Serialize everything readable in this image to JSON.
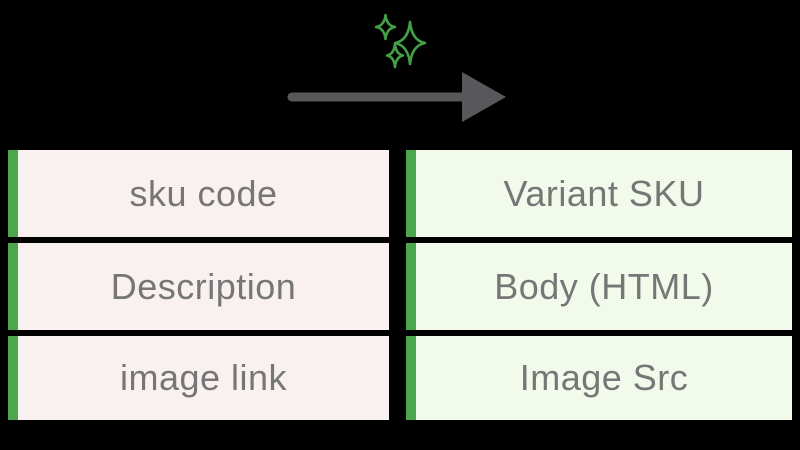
{
  "colors": {
    "background": "#000000",
    "source_box_bg": "#f8f1f0",
    "target_box_bg": "#f2faec",
    "accent_bar": "#4ba64e",
    "sparkle_green": "#43a046",
    "arrow_gray": "#58585a",
    "text_gray": "#767676"
  },
  "icons": {
    "sparkles": "sparkles-icon",
    "arrow": "arrow-right-icon"
  },
  "mapping": {
    "rows": [
      {
        "source": "sku code",
        "target": "Variant SKU"
      },
      {
        "source": "Description",
        "target": "Body (HTML)"
      },
      {
        "source": "image link",
        "target": "Image Src"
      }
    ]
  }
}
